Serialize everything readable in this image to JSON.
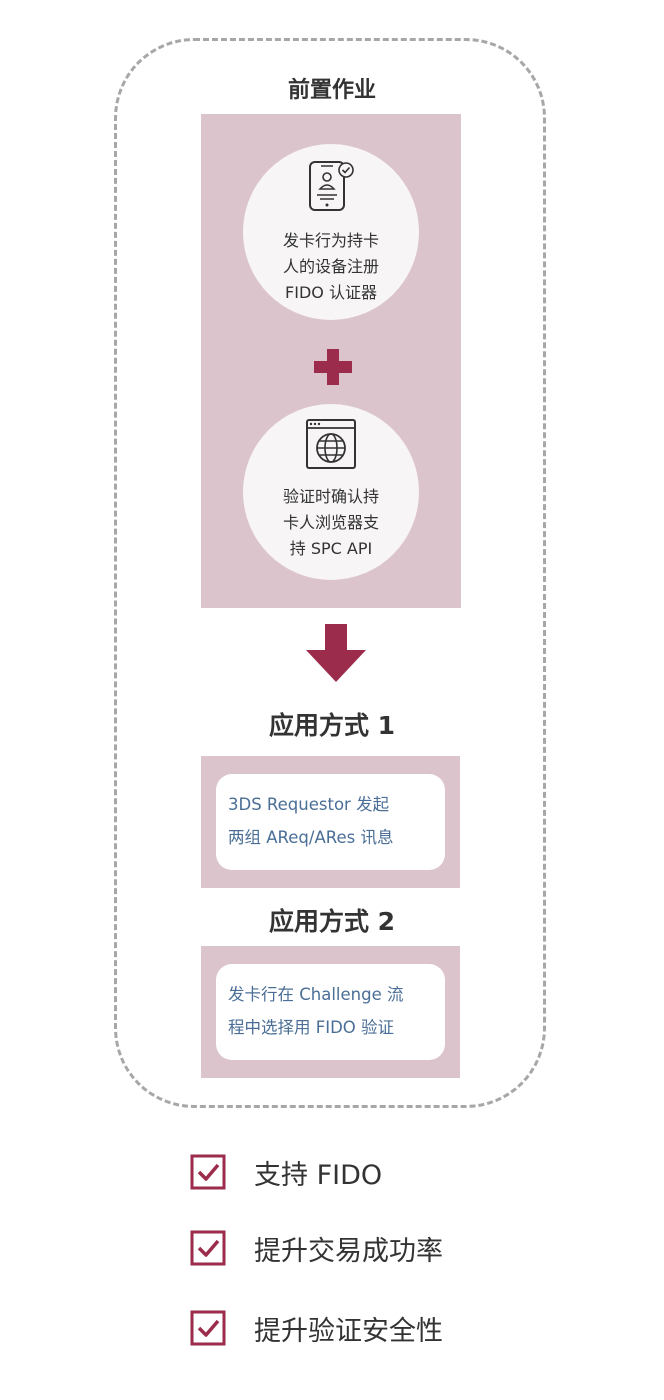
{
  "colors": {
    "panel": "#dcc4cc",
    "accent": "#9b2c4c",
    "method_text": "#4a6e96",
    "frame_border": "#a7a7a7"
  },
  "preparation": {
    "title": "前置作业",
    "step1": {
      "icon": "phone-user-check-icon",
      "lines": [
        "发卡行为持卡",
        "人的设备注册",
        "FIDO 认证器"
      ]
    },
    "connector_icon": "plus-icon",
    "step2": {
      "icon": "browser-globe-icon",
      "lines": [
        "验证时确认持",
        "卡人浏览器支",
        "持 SPC API"
      ]
    }
  },
  "flow_icon": "down-arrow-icon",
  "method1": {
    "title": "应用方式 1",
    "lines": [
      "3DS Requestor 发起",
      "两组 AReq/ARes 讯息"
    ]
  },
  "method2": {
    "title": "应用方式 2",
    "lines": [
      "发卡行在 Challenge 流",
      "程中选择用 FIDO 验证"
    ]
  },
  "benefits": [
    {
      "icon": "checkbox-checked-icon",
      "label": "支持 FIDO"
    },
    {
      "icon": "checkbox-checked-icon",
      "label": "提升交易成功率"
    },
    {
      "icon": "checkbox-checked-icon",
      "label": "提升验证安全性"
    }
  ]
}
